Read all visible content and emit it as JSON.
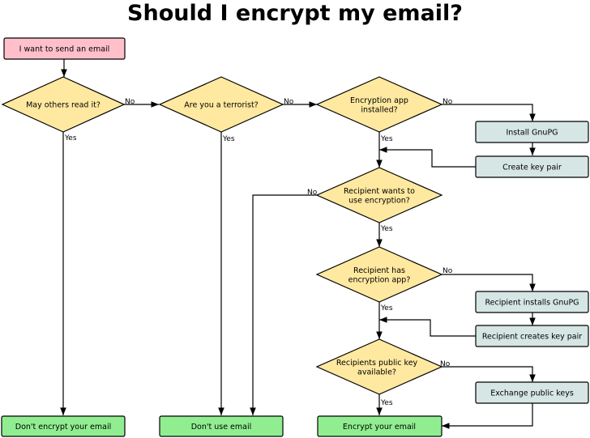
{
  "title": "Should I encrypt my email?",
  "colors": {
    "start": "#ffc0cb",
    "decision": "#ffe9a0",
    "process": "#d5e6e5",
    "end": "#90ee90"
  },
  "nodes": {
    "start": "I want to send an email",
    "q_others": "May others read it?",
    "q_terrorist": "Are you a terrorist?",
    "q_app": "Encryption app\ninstalled?",
    "install_gnupg": "Install GnuPG",
    "create_key": "Create key pair",
    "q_recipient_wants": "Recipient wants to\nuse encryption?",
    "q_recipient_has": "Recipient has\nencryption app?",
    "recipient_installs": "Recipient installs GnuPG",
    "recipient_creates": "Recipient creates key pair",
    "q_pubkey": "Recipients public key\navailable?",
    "exchange": "Exchange public keys",
    "end_dont_encrypt": "Don't encrypt your email",
    "end_dont_use": "Don't use email",
    "end_encrypt": "Encrypt your email"
  },
  "edge_labels": {
    "others_no": "No",
    "others_yes": "Yes",
    "terrorist_no": "No",
    "terrorist_yes": "Yes",
    "app_no": "No",
    "app_yes": "Yes",
    "wants_no": "No",
    "wants_yes": "Yes",
    "has_no": "No",
    "has_yes": "Yes",
    "pubkey_no": "No",
    "pubkey_yes": "Yes"
  }
}
